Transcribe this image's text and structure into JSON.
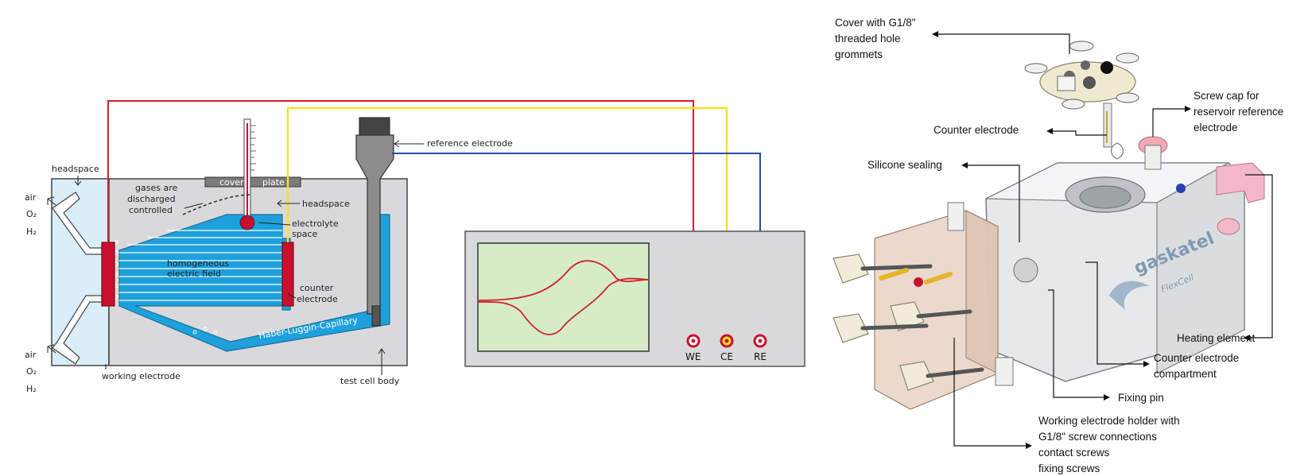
{
  "left_diagram": {
    "headspace_left": "headspace",
    "gases_line1": "gases are",
    "gases_line2": "discharged",
    "gases_line3": "controlled",
    "cover": "cover",
    "plate": "plate",
    "headspace_right": "headspace",
    "electrolyte_line1": "electrolyte",
    "electrolyte_line2": "space",
    "field_line1": "homogeneous",
    "field_line2": "electric field",
    "counter_line1": "counter",
    "counter_line2": "electrode",
    "capillary": "Haber-Luggin-Capillary",
    "reference": "reference electrode",
    "working": "working electrode",
    "test_cell": "test cell body",
    "gas_top": [
      "air",
      "O₂",
      "H₂"
    ],
    "gas_bottom": [
      "air",
      "O₂",
      "H₂"
    ]
  },
  "potentiostat": {
    "ports": [
      "WE",
      "CE",
      "RE"
    ]
  },
  "right_diagram": {
    "cover_line1": "Cover with G1/8\"",
    "cover_line2": "threaded hole",
    "cover_line3": "grommets",
    "screw_cap_line1": "Screw cap for",
    "screw_cap_line2": "reservoir reference",
    "screw_cap_line3": "electrode",
    "counter_electrode": "Counter electrode",
    "silicone": "Silicone sealing",
    "heating": "Heating element",
    "compartment_line1": "Counter electrode",
    "compartment_line2": "compartment",
    "fixing_pin": "Fixing pin",
    "we_holder_line1": "Working electrode holder with",
    "we_holder_line2": "G1/8\" screw connections",
    "we_holder_line3": "contact screws",
    "we_holder_line4": "fixing screws",
    "brand": "gaskatel",
    "model": "FlexCell"
  },
  "colors": {
    "we_wire": "#d2202a",
    "ce_wire": "#f2e22a",
    "re_wire": "#2b4aa8",
    "electrolyte": "#1ea0dc",
    "cell_body": "#d9d9db",
    "headspace": "#d9eef8",
    "electrode": "#c8102e",
    "screen": "#d6ecc7"
  }
}
